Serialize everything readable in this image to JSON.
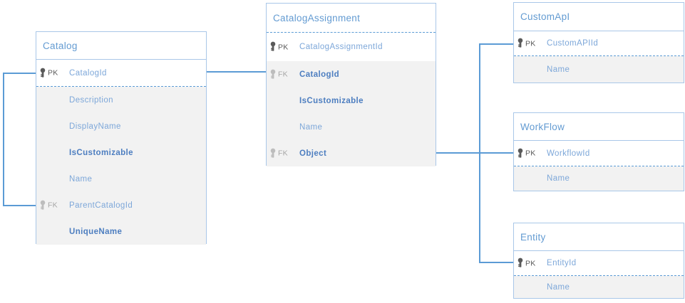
{
  "key_labels": {
    "primary": "PK",
    "foreign": "FK"
  },
  "colors": {
    "box_border": "#a9c7e8",
    "connector": "#5b9bd5",
    "header_text": "#639bd2",
    "field_text": "#7da7d9",
    "field_text_bold": "#4d7ec0",
    "pk_icon": "#595959",
    "fk_icon": "#bdbdbd",
    "attribute_fill": "#f2f2f2",
    "dashed_separator": "#5b9bd5"
  },
  "tables": [
    {
      "title": "Catalog",
      "rows": [
        {
          "key": "PK",
          "name": "CatalogId"
        },
        {
          "key": "",
          "name": "Description"
        },
        {
          "key": "",
          "name": "DisplayName"
        },
        {
          "key": "",
          "name": "IsCustomizable"
        },
        {
          "key": "",
          "name": "Name"
        },
        {
          "key": "FK",
          "name": "ParentCatalogId"
        },
        {
          "key": "",
          "name": "UniqueName"
        }
      ]
    },
    {
      "title": "CatalogAssignment",
      "rows": [
        {
          "key": "PK",
          "name": "CatalogAssignmentId"
        },
        {
          "key": "FK",
          "name": "CatalogId"
        },
        {
          "key": "",
          "name": "IsCustomizable"
        },
        {
          "key": "",
          "name": "Name"
        },
        {
          "key": "FK",
          "name": "Object"
        }
      ]
    },
    {
      "title": "CustomApI",
      "rows": [
        {
          "key": "PK",
          "name": "CustomAPIId"
        },
        {
          "key": "",
          "name": "Name"
        }
      ]
    },
    {
      "title": "WorkFlow",
      "rows": [
        {
          "key": "PK",
          "name": "WorkflowId"
        },
        {
          "key": "",
          "name": "Name"
        }
      ]
    },
    {
      "title": "Entity",
      "rows": [
        {
          "key": "PK",
          "name": "EntityId"
        },
        {
          "key": "",
          "name": "Name"
        }
      ]
    }
  ],
  "relationships": [
    {
      "from": "Catalog.ParentCatalogId",
      "to": "Catalog.CatalogId"
    },
    {
      "from": "CatalogAssignment.CatalogId",
      "to": "Catalog.CatalogId"
    },
    {
      "from": "CatalogAssignment.Object",
      "to": "CustomApI.CustomAPIId"
    },
    {
      "from": "CatalogAssignment.Object",
      "to": "WorkFlow.WorkflowId"
    },
    {
      "from": "CatalogAssignment.Object",
      "to": "Entity.EntityId"
    }
  ]
}
